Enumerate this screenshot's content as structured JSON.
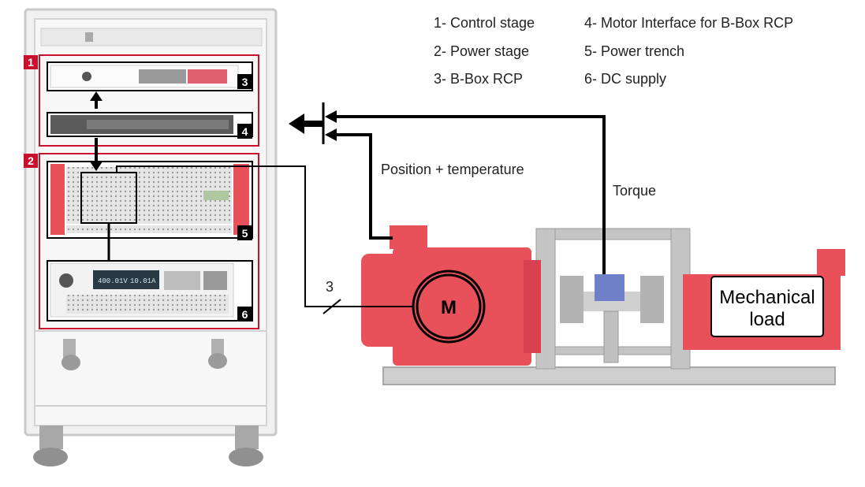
{
  "legend": {
    "col1": [
      "1- Control stage",
      "2- Power stage",
      "3- B-Box RCP"
    ],
    "col2": [
      "4- Motor Interface for B-Box RCP",
      "5- Power trench",
      "6- DC supply"
    ]
  },
  "labels": {
    "position_temperature": "Position + temperature",
    "torque": "Torque",
    "phases": "3",
    "motor": "M",
    "load_line1": "Mechanical",
    "load_line2": "load"
  },
  "stage_tags": [
    "1",
    "2"
  ],
  "module_tags": [
    "3",
    "4",
    "5",
    "6"
  ],
  "dc_display": {
    "voltage": "400.01V",
    "current": "10.01A"
  },
  "colors": {
    "stage_red": "#c8102e",
    "motor_red": "#e8505a",
    "frame_grey": "#b7b7b7",
    "line_black": "#000000"
  }
}
